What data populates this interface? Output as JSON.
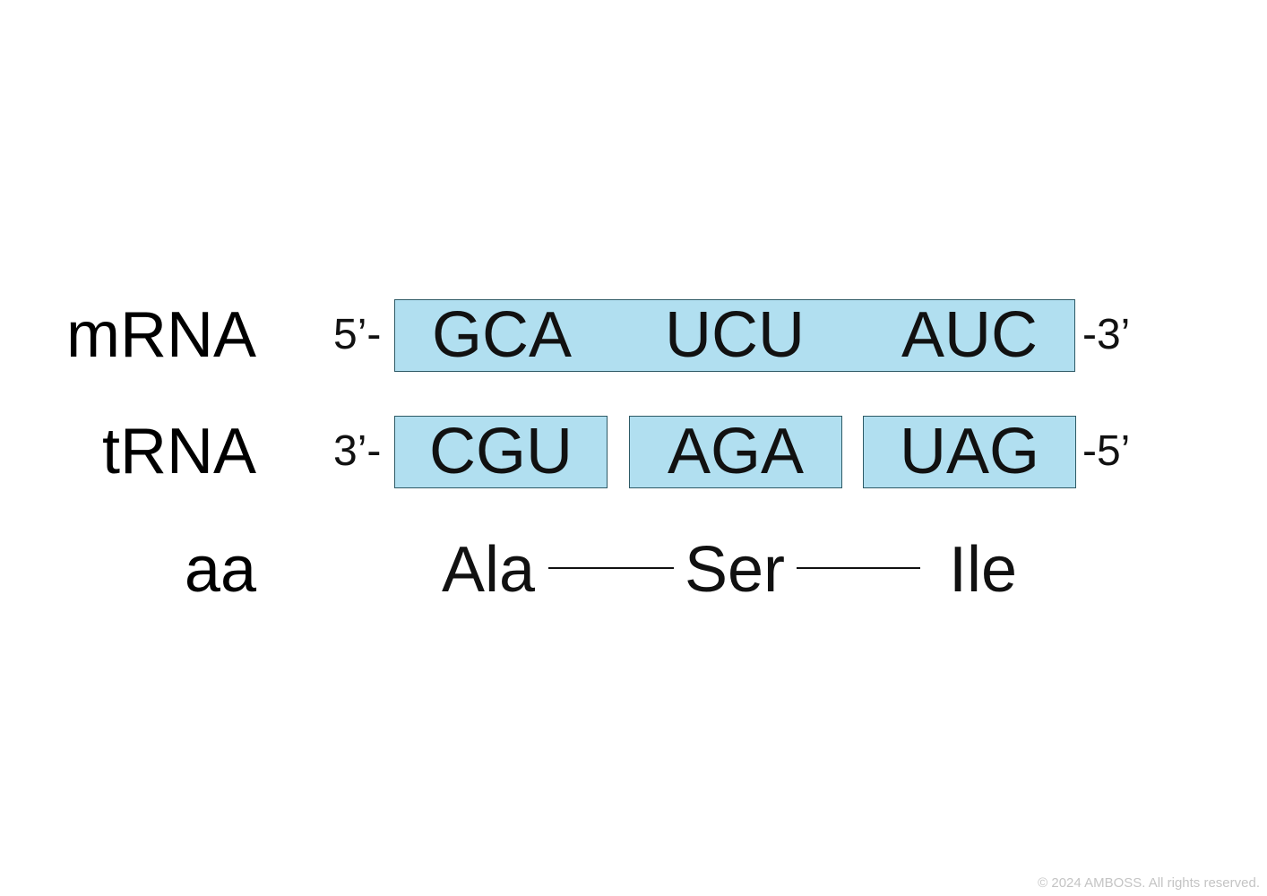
{
  "rows": {
    "mrna": {
      "label": "mRNA",
      "left_end": "5’-",
      "right_end": "-3’",
      "codons": [
        "GCA",
        "UCU",
        "AUC"
      ]
    },
    "trna": {
      "label": "tRNA",
      "left_end": "3’-",
      "right_end": "-5’",
      "anticodons": [
        "CGU",
        "AGA",
        "UAG"
      ]
    },
    "aa": {
      "label": "aa",
      "residues": [
        "Ala",
        "Ser",
        "Ile"
      ]
    }
  },
  "colors": {
    "box_fill": "#b1dff0",
    "box_border": "#2e5a66"
  },
  "footer": {
    "copyright": "© 2024 AMBOSS. All rights reserved."
  }
}
